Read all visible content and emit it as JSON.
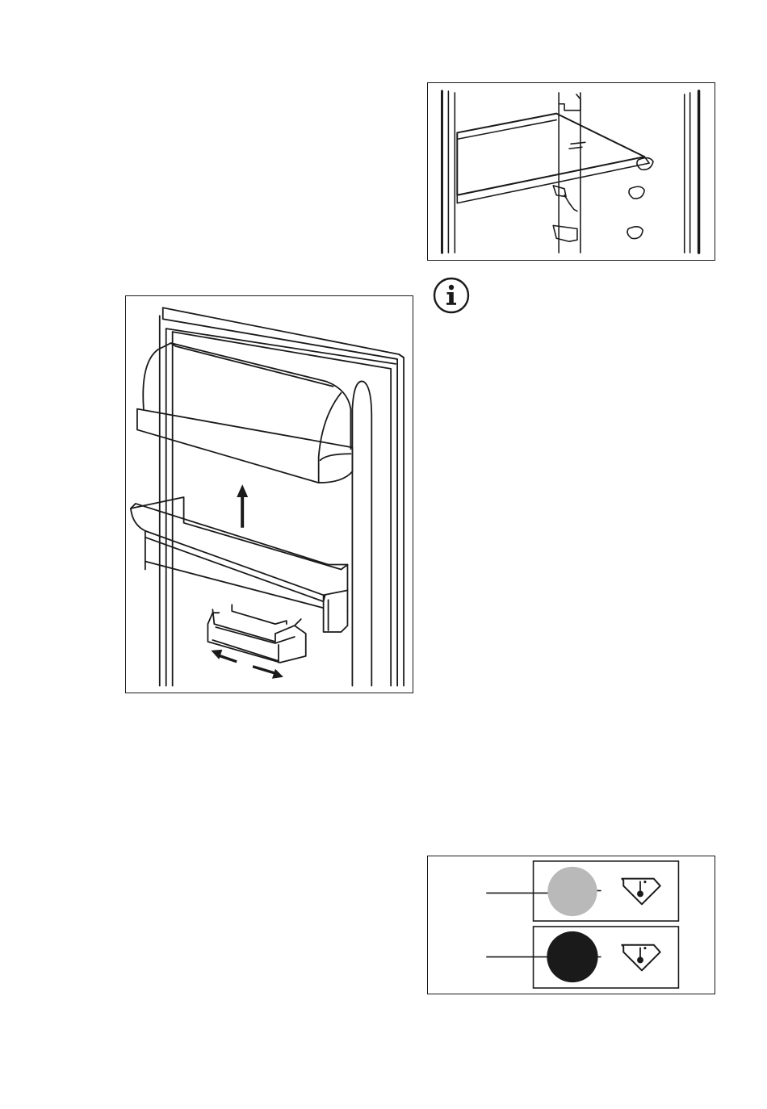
{
  "page": {
    "background": "#ffffff",
    "ink": "#1a1a1a"
  },
  "figures": {
    "shelf": {
      "icon": "shelf-adjustment-illustration"
    },
    "door": {
      "icon": "door-balcony-removal-illustration"
    },
    "indicator": {
      "icon": "temperature-indicator-illustration",
      "states": [
        {
          "color": "#b9b9b9",
          "icon": "temperature-warning-icon"
        },
        {
          "color": "#1a1a1a",
          "icon": "temperature-warning-icon"
        }
      ]
    }
  },
  "info": {
    "icon": "info-icon"
  }
}
